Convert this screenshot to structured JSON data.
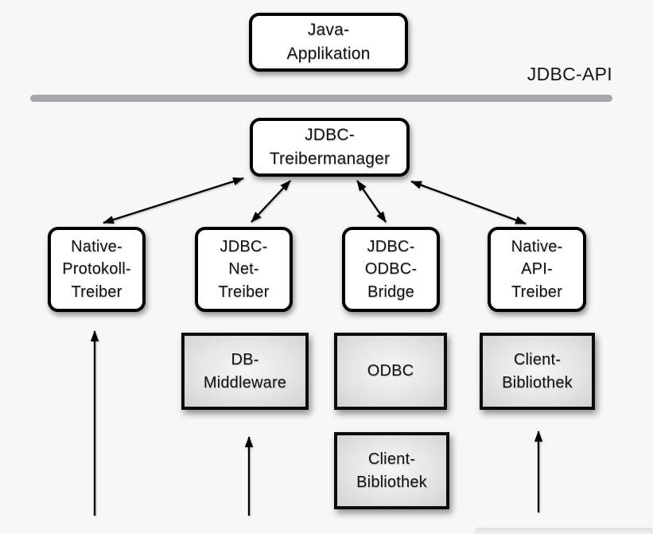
{
  "diagram": {
    "api_label": "JDBC-API",
    "nodes": {
      "java_application": {
        "label": "Java-\nApplikation"
      },
      "jdbc_treibermanager": {
        "label": "JDBC-\nTreibermanager"
      },
      "native_protokoll_treiber": {
        "label": "Native-\nProtokoll-\nTreiber"
      },
      "jdbc_net_treiber": {
        "label": "JDBC-\nNet-\nTreiber"
      },
      "jdbc_odbc_bridge": {
        "label": "JDBC-\nODBC-\nBridge"
      },
      "native_api_treiber": {
        "label": "Native-\nAPI-\nTreiber"
      },
      "db_middleware": {
        "label": "DB-\nMiddleware"
      },
      "odbc": {
        "label": "ODBC"
      },
      "client_bibliothek_unten": {
        "label": "Client-\nBibliothek"
      },
      "client_bibliothek_rechts": {
        "label": "Client-\nBibliothek"
      }
    },
    "colors": {
      "background": "#f7f7f8",
      "node_fill": "#ffffff",
      "node_border": "#000000",
      "gray_node_center": "#f6f6f6",
      "gray_node_edge": "#d2d2d2",
      "divider_line": "#a8a8ac",
      "arrow": "#000000"
    }
  }
}
